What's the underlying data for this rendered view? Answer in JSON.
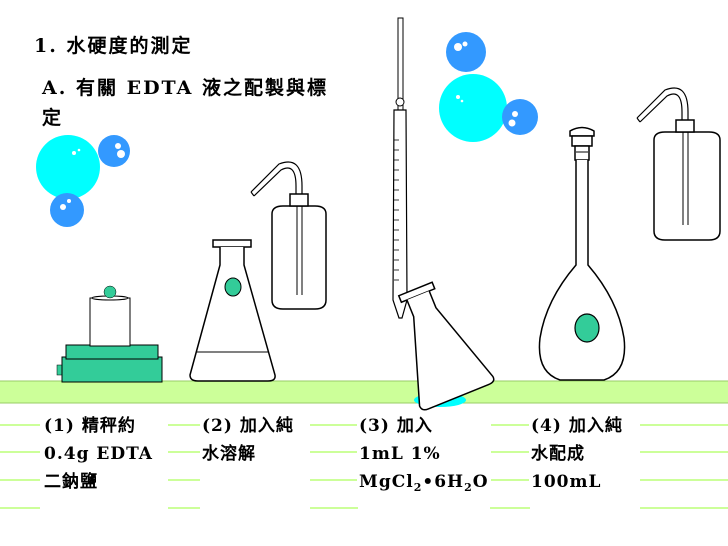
{
  "heading": "1. 水硬度的測定",
  "subheading": "A. 有關 EDTA 液之配製與標定",
  "colors": {
    "bubble": "#00ffff",
    "bubble_small": "#3399ff",
    "bench": "#ccff99",
    "bench_edge": "#99cc66",
    "balance": "#33cc99",
    "solution": "#33cc99",
    "glass_outline": "#000000"
  },
  "steps": [
    {
      "line1": "(1) 精秤約",
      "line2": "0.4g EDTA",
      "line3": "二鈉鹽"
    },
    {
      "line1": "(2) 加入純",
      "line2": "水溶解",
      "line3": ""
    },
    {
      "line1": "(3) 加入",
      "line2": "1mL 1%",
      "line3_prefix": "MgCl",
      "line3_sub1": "2",
      "line3_mid": "•6H",
      "line3_sub2": "2",
      "line3_suffix": "O"
    },
    {
      "line1": "(4) 加入純",
      "line2": "水配成",
      "line3": "100mL"
    }
  ],
  "icons": [
    "bubble-cluster-icon",
    "balance-icon",
    "erlenmeyer-flask-icon",
    "wash-bottle-icon",
    "burette-icon",
    "volumetric-flask-icon"
  ]
}
